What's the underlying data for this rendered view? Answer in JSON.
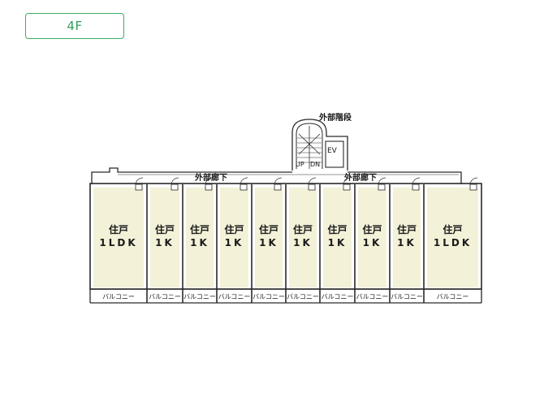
{
  "floor_tab": {
    "label": "4F"
  },
  "labels": {
    "external_stairs": "外部階段",
    "corridor_left": "外部廊下",
    "corridor_right": "外部廊下",
    "elevator": "EV",
    "up": "UP",
    "dn": "DN"
  },
  "units": [
    {
      "type_line1": "住戸",
      "type_line2": "1LDK",
      "balcony": "バルコニー"
    },
    {
      "type_line1": "住戸",
      "type_line2": "1K",
      "balcony": "バルコニー"
    },
    {
      "type_line1": "住戸",
      "type_line2": "1K",
      "balcony": "バルコニー"
    },
    {
      "type_line1": "住戸",
      "type_line2": "1K",
      "balcony": "バルコニー"
    },
    {
      "type_line1": "住戸",
      "type_line2": "1K",
      "balcony": "バルコニー"
    },
    {
      "type_line1": "住戸",
      "type_line2": "1K",
      "balcony": "バルコニー"
    },
    {
      "type_line1": "住戸",
      "type_line2": "1K",
      "balcony": "バルコニー"
    },
    {
      "type_line1": "住戸",
      "type_line2": "1K",
      "balcony": "バルコニー"
    },
    {
      "type_line1": "住戸",
      "type_line2": "1K",
      "balcony": "バルコニー"
    },
    {
      "type_line1": "住戸",
      "type_line2": "1LDK",
      "balcony": "バルコニー"
    }
  ],
  "colors": {
    "accent": "#3cae68",
    "room_fill": "#f3f1d8",
    "line": "#2a2a2a"
  }
}
